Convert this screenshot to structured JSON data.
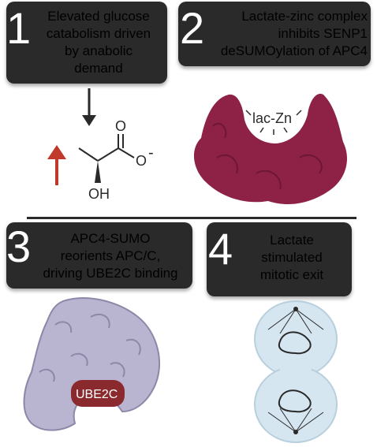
{
  "panels": [
    {
      "number": "1",
      "text_lines": [
        "Elevated glucose",
        "catabolism driven",
        "by anabolic",
        "demand"
      ]
    },
    {
      "number": "2",
      "text_lines": [
        "Lactate-zinc complex",
        "inhibits SENP1",
        "deSUMOylation of APC4"
      ]
    },
    {
      "number": "3",
      "text_lines": [
        "APC4-SUMO",
        "reorients APC/C,",
        "driving UBE2C binding"
      ]
    },
    {
      "number": "4",
      "text_lines": [
        "Lactate",
        "stimulated",
        "mitotic exit"
      ]
    }
  ],
  "molecule": {
    "charge": "-",
    "oh_label": "OH",
    "o_label": "O"
  },
  "complex_label": "lac-Zn",
  "ube2c_label": "UBE2C",
  "colors": {
    "box": "#2a2a2a",
    "up_arrow": "#c0392b",
    "protein_red": "#8e2246",
    "apc_lilac": "#b9b4d0",
    "ube2c": "#8a2a2f",
    "cell": "#d6e6f0"
  },
  "icons": [
    "down-arrow-icon",
    "up-arrow-icon",
    "lactate-molecule-icon",
    "protein-icon",
    "apc-complex-icon",
    "dividing-cell-icon"
  ]
}
